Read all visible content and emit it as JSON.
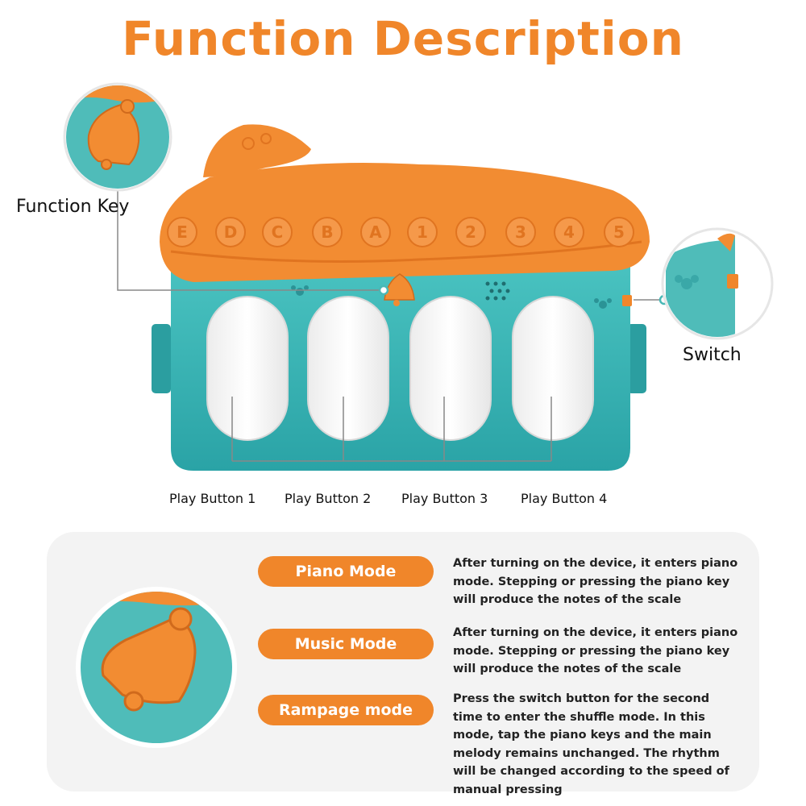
{
  "title": "Function Description",
  "callouts": {
    "function_key": "Function Key",
    "switch": "Switch",
    "play_buttons": [
      "Play Button 1",
      "Play Button 2",
      "Play Button 3",
      "Play Button 4"
    ]
  },
  "roof_letters": [
    "E",
    "D",
    "C",
    "B",
    "A",
    "1",
    "2",
    "3",
    "4",
    "5"
  ],
  "modes": [
    {
      "label": "Piano Mode",
      "description": "After turning on the device, it enters piano mode. Stepping or pressing the piano key will produce the notes of the scale"
    },
    {
      "label": "Music Mode",
      "description": "After turning on the device, it enters piano mode. Stepping or pressing the piano key will produce the notes of the scale"
    },
    {
      "label": "Rampage mode",
      "description": "Press the switch button for the second time to enter the shuffle mode. In this mode, tap the piano keys and the main melody remains unchanged. The rhythm will be changed according to the speed of manual pressing"
    }
  ],
  "colors": {
    "accent_orange": "#f0862a",
    "teal": "#3ab4b4",
    "panel_bg": "#f3f3f3"
  }
}
